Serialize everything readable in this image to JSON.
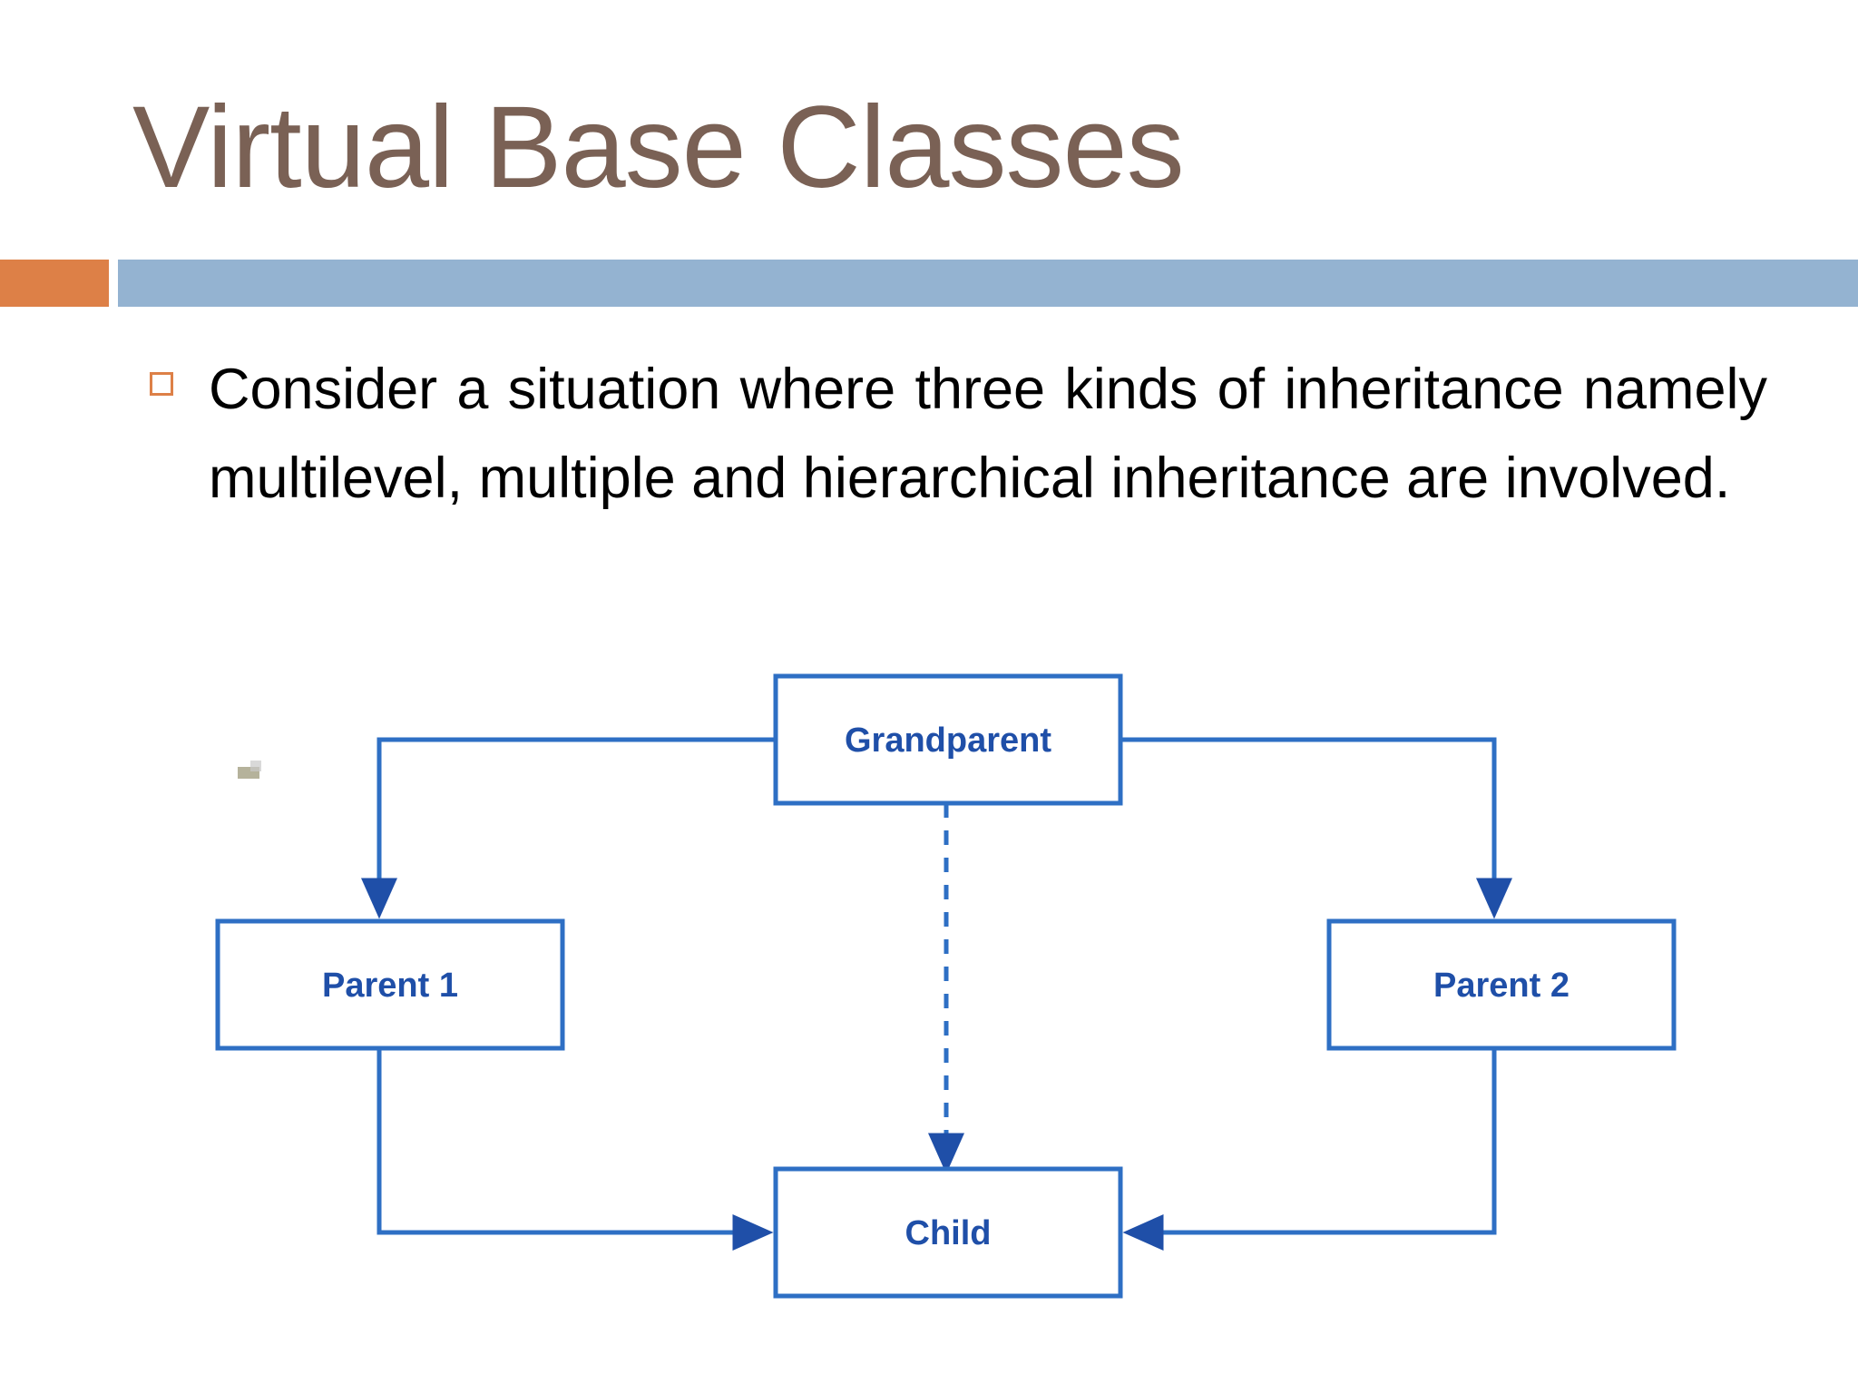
{
  "slide": {
    "title": "Virtual Base Classes",
    "accent_orange": "#dd8047",
    "accent_blue": "#94b3d1",
    "title_color": "#7a6155"
  },
  "body": {
    "bullet_marker": "square-bullet-icon",
    "bullet_text": "Consider a situation where three kinds of inheritance namely multilevel, multiple and hierarchical inheritance are involved."
  },
  "diagram": {
    "type": "class-inheritance-diagram",
    "box_color": "#2e6fc4",
    "label_color": "#1f4fa8",
    "boxes": [
      {
        "id": "grandparent",
        "label": "Grandparent"
      },
      {
        "id": "parent1",
        "label": "Parent 1"
      },
      {
        "id": "parent2",
        "label": "Parent 2"
      },
      {
        "id": "child",
        "label": "Child"
      }
    ],
    "edges": [
      {
        "from": "Grandparent",
        "to": "Parent 1",
        "style": "solid"
      },
      {
        "from": "Grandparent",
        "to": "Parent 2",
        "style": "solid"
      },
      {
        "from": "Grandparent",
        "to": "Child",
        "style": "dashed"
      },
      {
        "from": "Parent 1",
        "to": "Child",
        "style": "solid"
      },
      {
        "from": "Parent 2",
        "to": "Child",
        "style": "solid"
      }
    ]
  }
}
